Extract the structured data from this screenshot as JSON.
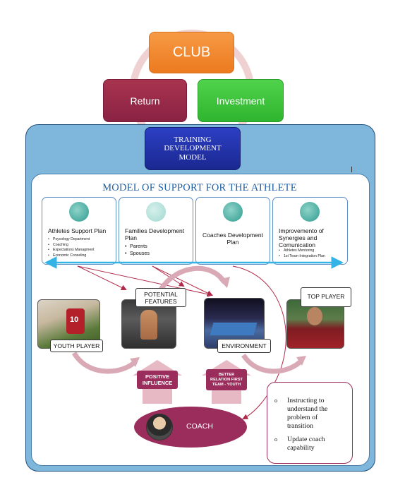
{
  "cycle": {
    "club": "CLUB",
    "investment": "Investment",
    "return": "Return",
    "training": "TRAINING DEVELOPMENT MODEL"
  },
  "model": {
    "title": "MODEL OF SUPPORT FOR THE ATHLETE",
    "cards": [
      {
        "title": "Athletes Support Plan",
        "items": [
          "Psycology Department",
          "Coaching",
          "Expectations Managment",
          "Economic Conseling"
        ]
      },
      {
        "title": "Families Development Plan",
        "items": [
          "Parents",
          "Spouses"
        ]
      },
      {
        "title": "Coaches Development Plan",
        "items": []
      },
      {
        "title": "Improvemento of Synergies and Comunication",
        "items": [
          "Athletes Mentoring",
          "1st Team Integration Plan"
        ]
      }
    ]
  },
  "flow": {
    "youth_player": "YOUTH PLAYER",
    "potential_features": "POTENTIAL FEATURES",
    "environment": "ENVIRONMENT",
    "top_player": "TOP PLAYER",
    "positive_influence": "POSITIVE INFLUENCE",
    "better_relation": "BETTER RELATION FIRST TEAM - YOUTH",
    "coach": "COACH",
    "jersey_number": "10"
  },
  "notes": [
    "Instructing to understand the problem of transition",
    "Update coach capability"
  ],
  "colors": {
    "club": "#f28a30",
    "investment": "#3fc63f",
    "return": "#9a2b4e",
    "training": "#2233a8",
    "outer_panel": "#7eb6dc",
    "coach": "#9b2d5c",
    "arrow_pink": "#d9a9b6"
  }
}
